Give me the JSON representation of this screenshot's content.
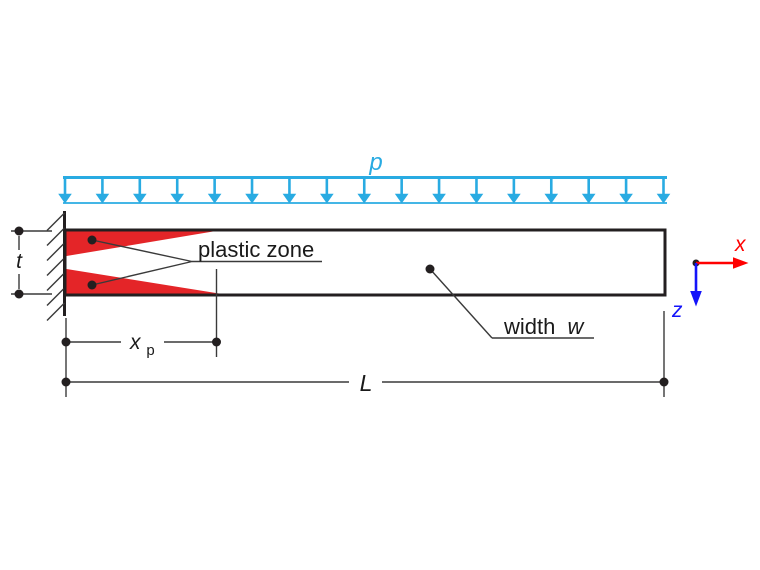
{
  "figure": {
    "type": "engineering-diagram",
    "description": "Cantilever beam fixed at left wall under uniformly distributed load, with plastic zones at the fixed end"
  },
  "labels": {
    "load": "p",
    "plastic_zone": "plastic zone",
    "width_word": "width",
    "width_var": "w",
    "thickness": "t",
    "xp_var": "x",
    "xp_sub": "p",
    "length": "L",
    "axis_x": "x",
    "axis_z": "z"
  },
  "load": {
    "arrow_count": 17
  },
  "support": {
    "hatch_count": 7
  },
  "colors": {
    "load": "#29ABE2",
    "plastic_zone": "#E42528",
    "axis_x": "#FF0000",
    "axis_z": "#1414FA",
    "outline": "#231F20"
  }
}
